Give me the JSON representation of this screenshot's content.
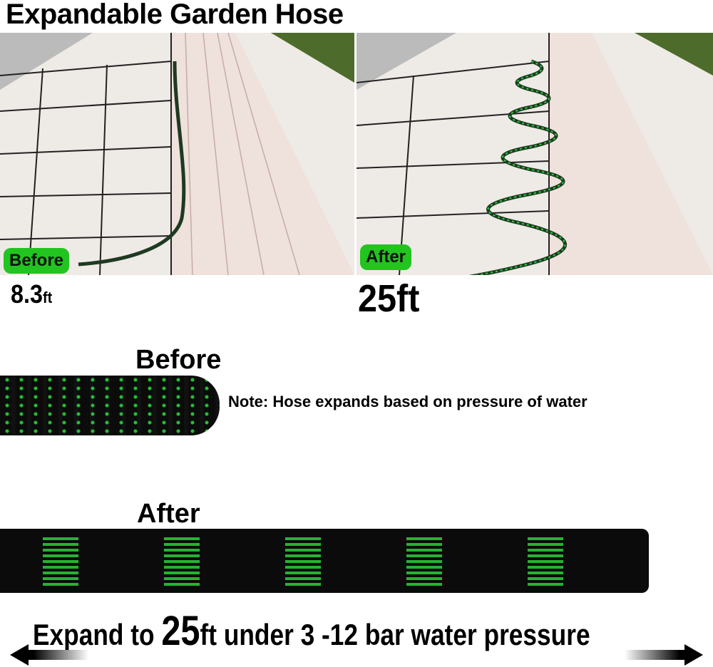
{
  "title": "Expandable Garden Hose",
  "photos": {
    "before": {
      "badge": "Before",
      "length_value": "8.3",
      "length_unit": "ft"
    },
    "after": {
      "badge": "After",
      "length": "25ft"
    }
  },
  "hose_sections": {
    "before_label": "Before",
    "note": "Note: Hose expands based on pressure of water",
    "after_label": "After"
  },
  "footer": {
    "prefix": "Expand to ",
    "big_number": "25",
    "suffix": "ft under 3 -12 bar water pressure"
  },
  "colors": {
    "badge_green": "#22c41f",
    "hose_green": "#2ad13a",
    "hose_black": "#0b0b0b"
  }
}
